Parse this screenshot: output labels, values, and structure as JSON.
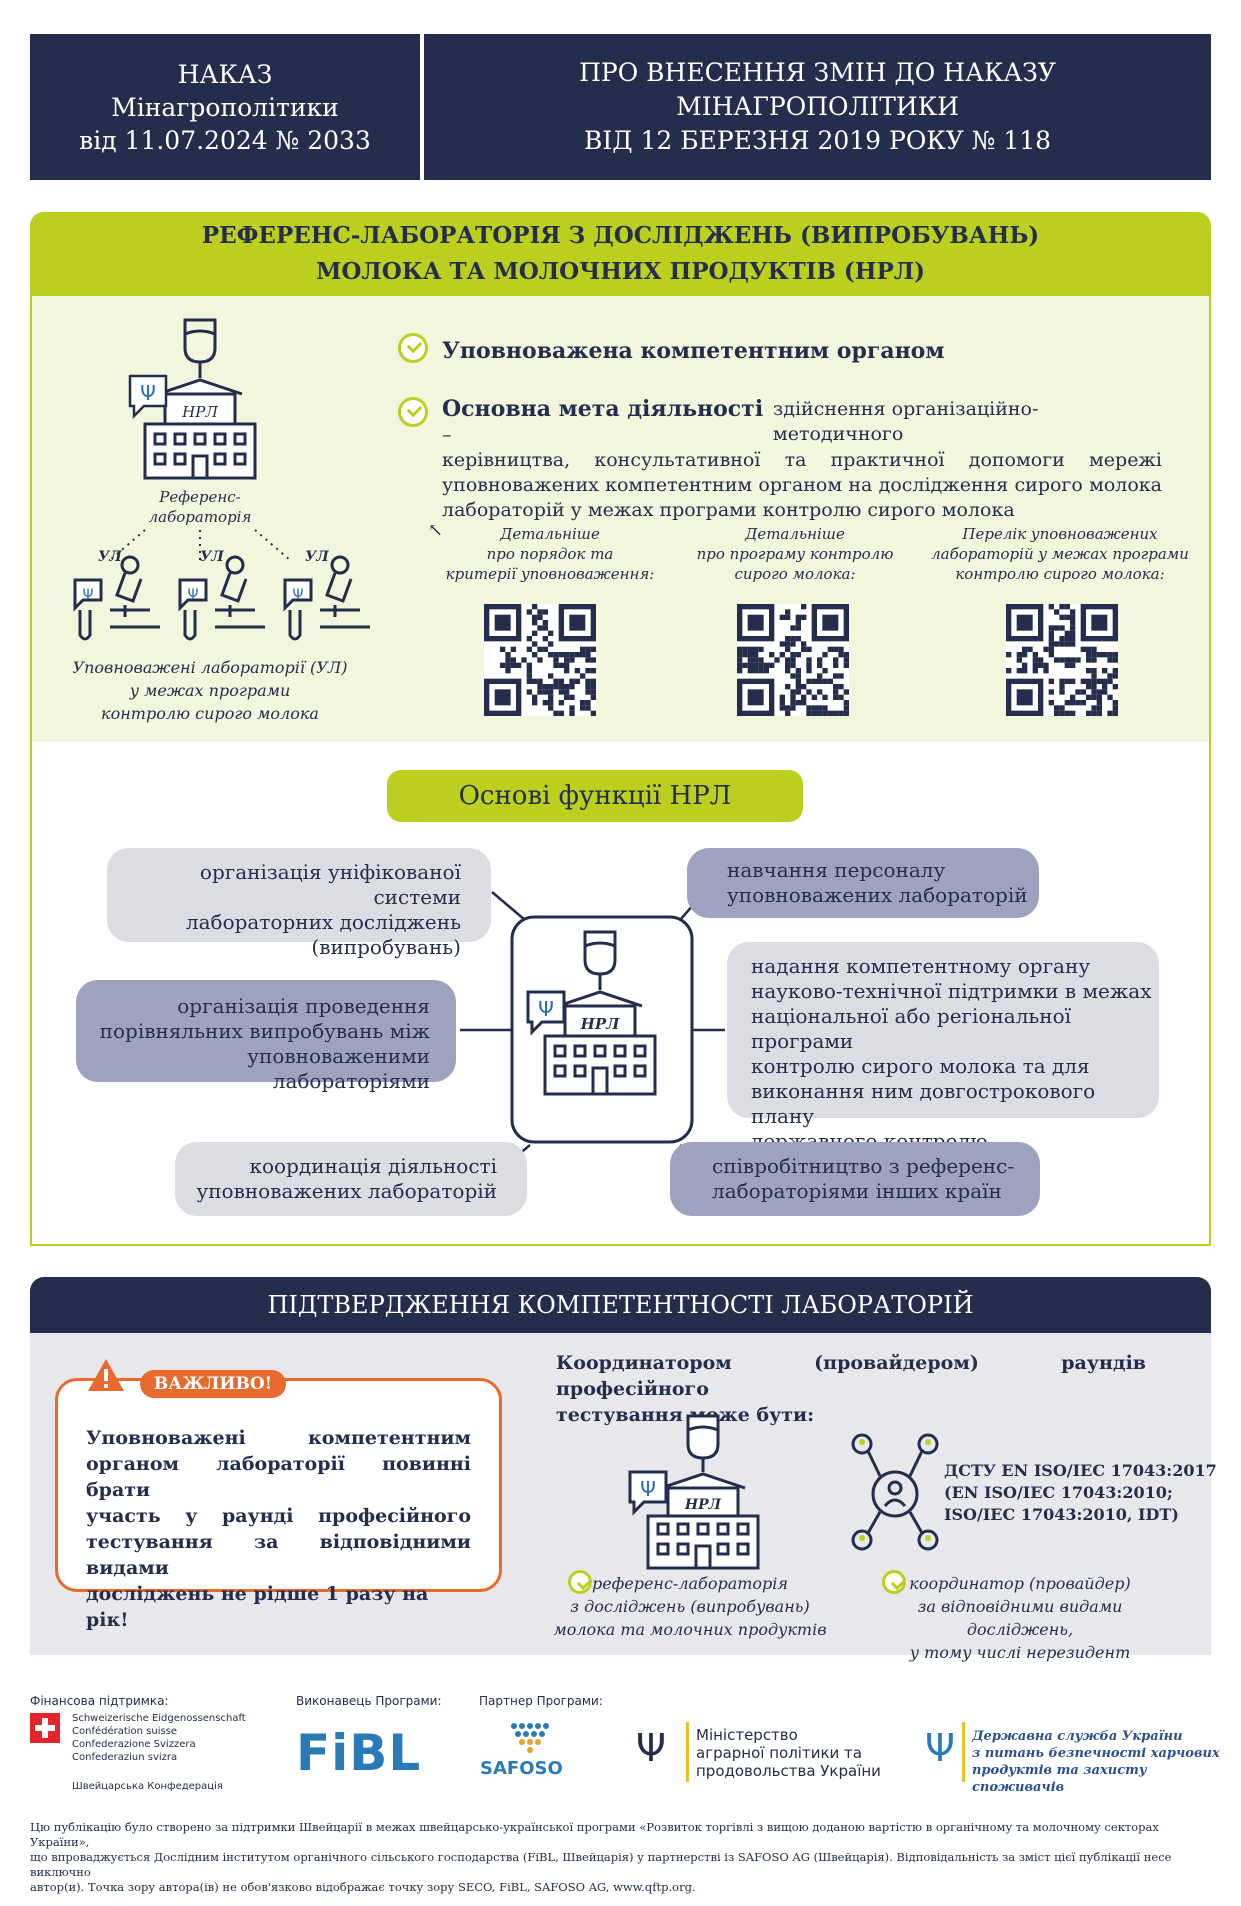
{
  "header": {
    "left_line1": "НАКАЗ",
    "left_line2": "Мінагрополітики",
    "left_line3": "від 11.07.2024 № 2033",
    "right_line1": "ПРО ВНЕСЕННЯ ЗМІН ДО НАКАЗУ",
    "right_line2": "МІНАГРОПОЛІТИКИ",
    "right_line3": "ВІД 12 БЕРЕЗНЯ 2019 РОКУ № 118"
  },
  "section1": {
    "title_line1": "РЕФЕРЕНС-ЛАБОРАТОРІЯ З ДОСЛІДЖЕНЬ (ВИПРОБУВАНЬ)",
    "title_line2": "МОЛОКА ТА МОЛОЧНИХ ПРОДУКТІВ (НРЛ)",
    "diagram": {
      "nrl_label": "НРЛ",
      "ref_lab_line1": "Референс-",
      "ref_lab_line2": "лабораторія",
      "ul_label": "УЛ",
      "caption_line1": "Уповноважені лабораторії (УЛ)",
      "caption_line2": "у межах програми",
      "caption_line3": "контролю сирого молока"
    },
    "point1": "Уповноважена компетентним органом",
    "point2_bold": "Основна мета діяльності",
    "point2_dash": "–",
    "point2_line1": "здійснення організаційно-методичного",
    "point2_line2": "керівництва, консультативної та практичної допомоги мережі",
    "point2_line3": "уповноважених компетентним органом на дослідження сирого молока",
    "point2_line4": "лабораторій у межах програми контролю сирого молока",
    "qr": [
      {
        "line1": "Детальніше",
        "line2": "про порядок та",
        "line3": "критерії уповноваження:"
      },
      {
        "line1": "Детальніше",
        "line2": "про програму контролю",
        "line3": "сирого молока:"
      },
      {
        "line1": "Перелік уповноважених",
        "line2": "лабораторій у межах програми",
        "line3": "контролю сирого молока:"
      }
    ],
    "functions_title": "Основі функції НРЛ",
    "functions": {
      "f1": [
        "організація уніфікованої системи",
        "лабораторних досліджень",
        "(випробувань)"
      ],
      "f2": [
        "навчання персоналу",
        "уповноважених лабораторій"
      ],
      "f3": [
        "організація проведення",
        "порівняльних випробувань між",
        "уповноваженими лабораторіями"
      ],
      "f4": [
        "надання компетентному органу",
        "науково-технічної підтримки в межах",
        "національної або регіональної програми",
        "контролю сирого молока та для",
        "виконання ним довгострокового плану",
        "державного контролю"
      ],
      "f5": [
        "координація діяльності",
        "уповноважених лабораторій"
      ],
      "f6": [
        "співробітництво з референс-",
        "лабораторіями інших країн"
      ]
    }
  },
  "section2": {
    "title": "ПІДТВЕРДЖЕННЯ КОМПЕТЕНТНОСТІ ЛАБОРАТОРІЙ",
    "important_label": "ВАЖЛИВО!",
    "important_text": [
      "Уповноважені компетентним",
      "органом лабораторії повинні брати",
      "участь у раунді професійного",
      "тестування за відповідними видами",
      "досліджень не рідше 1 разу на рік!"
    ],
    "coordinator_line1": "Координатором (провайдером) раундів професійного",
    "coordinator_line2": "тестування може бути:",
    "nrl_label": "НРЛ",
    "dstu_line1": "ДСТУ EN ISO/IEC 17043:2017",
    "dstu_line2": "(EN ISO/IEC 17043:2010;",
    "dstu_line3": "ISO/IEC 17043:2010, IDT)",
    "opt1": [
      "референс-лабораторія",
      "з досліджень (випробувань)",
      "молока та молочних продуктів"
    ],
    "opt2": [
      "координатор (провайдер)",
      "за відповідними видами досліджень,",
      "у тому числі нерезидент"
    ]
  },
  "footer": {
    "support_label": "Фінансова підтримка:",
    "swiss_lines": [
      "Schweizerische Eidgenossenschaft",
      "Confédération suisse",
      "Confederazione Svizzera",
      "Confederaziun svizra"
    ],
    "swiss_ua": "Швейцарська Конфедерація",
    "executor_label": "Виконавець Програми:",
    "fibl": "FiBL",
    "partner_label": "Партнер Програми:",
    "safoso": "SAFOSO",
    "ministry": [
      "Міністерство",
      "аграрної політики та",
      "продовольства України"
    ],
    "service": [
      "Державна служба України",
      "з питань безпечності харчових",
      "продуктів та захисту споживачів"
    ],
    "disclaimer_line1": "Цю публікацію було створено за підтримки Швейцарії в межах швейцарсько-української програми «Розвиток торгівлі з вищою доданою вартістю в органічному та молочному секторах України»,",
    "disclaimer_line2": "що впроваджується Дослідним інститутом органічного сільського господарства (FiBL, Швейцарія) у партнерстві із SAFOSO AG (Швейцарія). Відповідальність за зміст цієї публікації несе виключно",
    "disclaimer_line3": "автор(и). Точка зору автора(ів) не обов'язково відображає точку зору SECO, FiBL, SAFOSO AG, www.qftp.org."
  },
  "colors": {
    "navy": "#252d4d",
    "lime": "#bccf1f",
    "light_lime": "#f2f6dc",
    "orange": "#e86a2e",
    "grey": "#dcdde2",
    "slate": "#9da3bf"
  }
}
